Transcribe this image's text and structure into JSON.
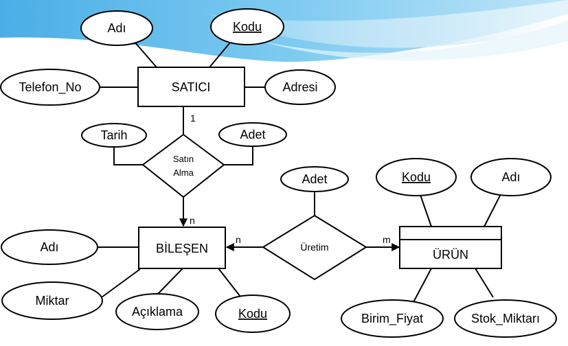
{
  "entities": {
    "satici": "SATICI",
    "bilesen": "BİLEŞEN",
    "urun": "ÜRÜN"
  },
  "relationships": {
    "satin_alma": [
      "Satın",
      "Alma"
    ],
    "uretim": "Üretim"
  },
  "attributes": {
    "satici": {
      "adi": "Adı",
      "kodu": "Kodu",
      "telefon_no": "Telefon_No",
      "adresi": "Adresi"
    },
    "satin_alma": {
      "tarih": "Tarih",
      "adet": "Adet"
    },
    "uretim": {
      "adet": "Adet"
    },
    "urun": {
      "kodu": "Kodu",
      "adi": "Adı",
      "birim_fiyat": "Birim_Fiyat",
      "stok_miktari": "Stok_Miktarı"
    },
    "bilesen": {
      "adi": "Adı",
      "miktar": "Miktar",
      "aciklama": "Açıklama",
      "kodu": "Kodu"
    }
  },
  "cardinalities": {
    "satici_satin_alma": "1",
    "satin_alma_bilesen": "n",
    "uretim_bilesen": "n",
    "uretim_urun": "m"
  },
  "colors": {
    "background": "#ffffff",
    "decoration_primary": "#5ab8ea",
    "decoration_light": "#bfe5f8",
    "stroke": "#000000"
  }
}
